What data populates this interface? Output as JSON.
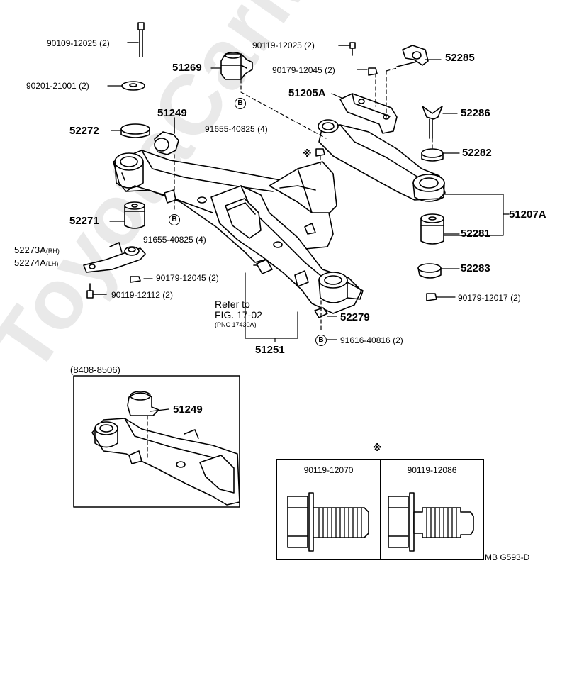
{
  "watermark": "ToyotaCarMine.ru",
  "labels": {
    "p90109_12025": "90109-12025 (2)",
    "p90201_21001": "90201-21001 (2)",
    "p51269": "51269",
    "p90119_12025": "90119-12025 (2)",
    "p90179_12045_top": "90179-12045 (2)",
    "p52285": "52285",
    "p51205A": "51205A",
    "p52286": "52286",
    "p52282": "52282",
    "p51249": "51249",
    "p52272": "52272",
    "p91655_40825_a": "91655-40825 (4)",
    "p91655_40825_b": "91655-40825 (4)",
    "p52271": "52271",
    "p52273A": "52273A",
    "p52273A_side": "(RH)",
    "p52274A": "52274A",
    "p52274A_side": "(LH)",
    "p90179_12045_left": "90179-12045 (2)",
    "p90119_12112": "90119-12112 (2)",
    "refer1": "Refer to",
    "refer2": "FIG. 17-02",
    "refer3": "(PNC 17430A)",
    "p51251": "51251",
    "p52279": "52279",
    "p91616_40816": "91616-40816 (2)",
    "p51207A": "51207A",
    "p52281": "52281",
    "p52283": "52283",
    "p90179_12017": "90179-12017 (2)",
    "inset_range": "(8408-8506)",
    "inset_51249": "51249",
    "ref_code": "MB G593-D",
    "mark_b": "B",
    "mark_star": "※"
  },
  "bolt_table": {
    "columns": [
      "90119-12070",
      "90119-12086"
    ]
  }
}
